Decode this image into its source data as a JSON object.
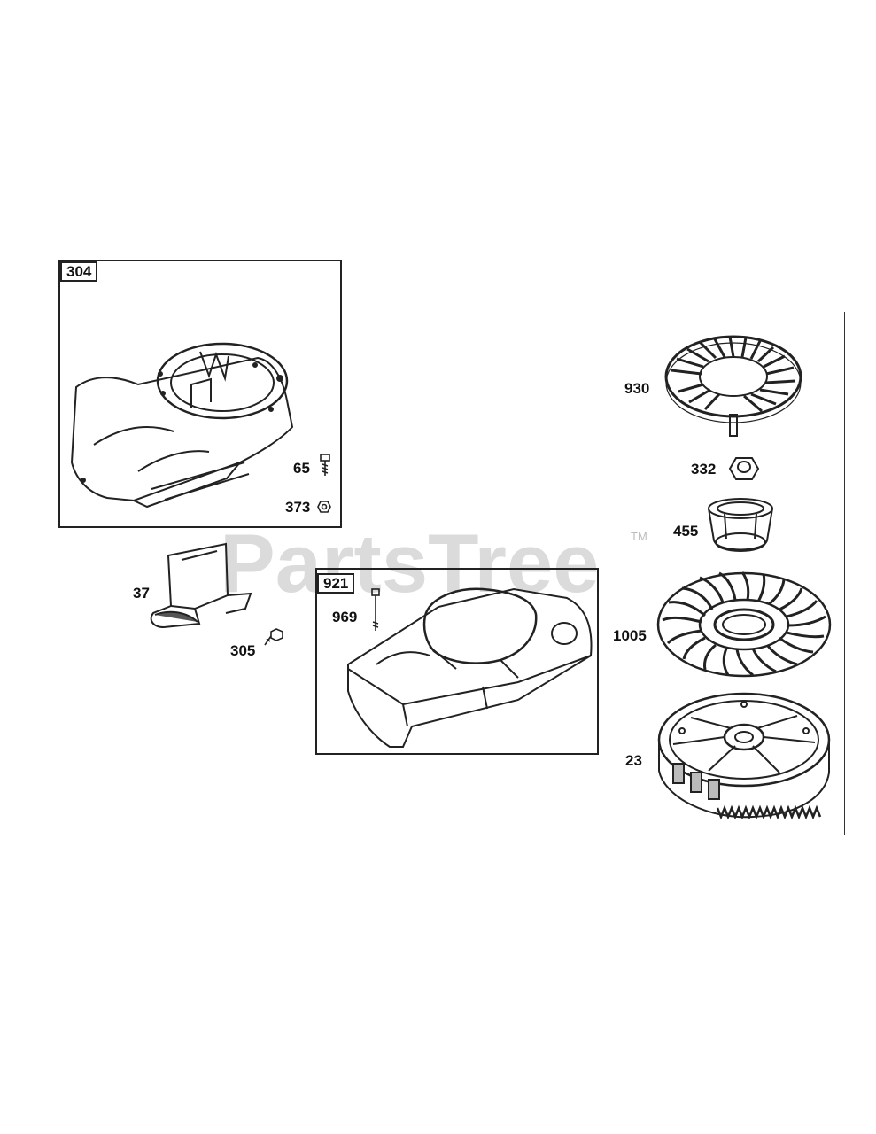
{
  "watermark": {
    "text": "PartsTree",
    "trademark": "TM"
  },
  "groups": [
    {
      "id": "304",
      "members": [
        "65",
        "373"
      ]
    },
    {
      "id": "921",
      "members": [
        "969"
      ]
    }
  ],
  "callouts": {
    "p304": "304",
    "p65": "65",
    "p373": "373",
    "p37": "37",
    "p305": "305",
    "p921": "921",
    "p969": "969",
    "p930": "930",
    "p332": "332",
    "p455": "455",
    "p1005": "1005",
    "p23": "23"
  },
  "icons": {
    "blower_housing": "blower-housing-icon",
    "shroud": "shroud-icon",
    "baffle": "baffle-icon",
    "screen": "rotating-screen-icon",
    "nut": "nut-icon",
    "cup": "starter-cup-icon",
    "fan": "fan-icon",
    "flywheel": "flywheel-icon"
  },
  "colors": {
    "line": "#222222",
    "watermark": "#cfcfcf"
  }
}
